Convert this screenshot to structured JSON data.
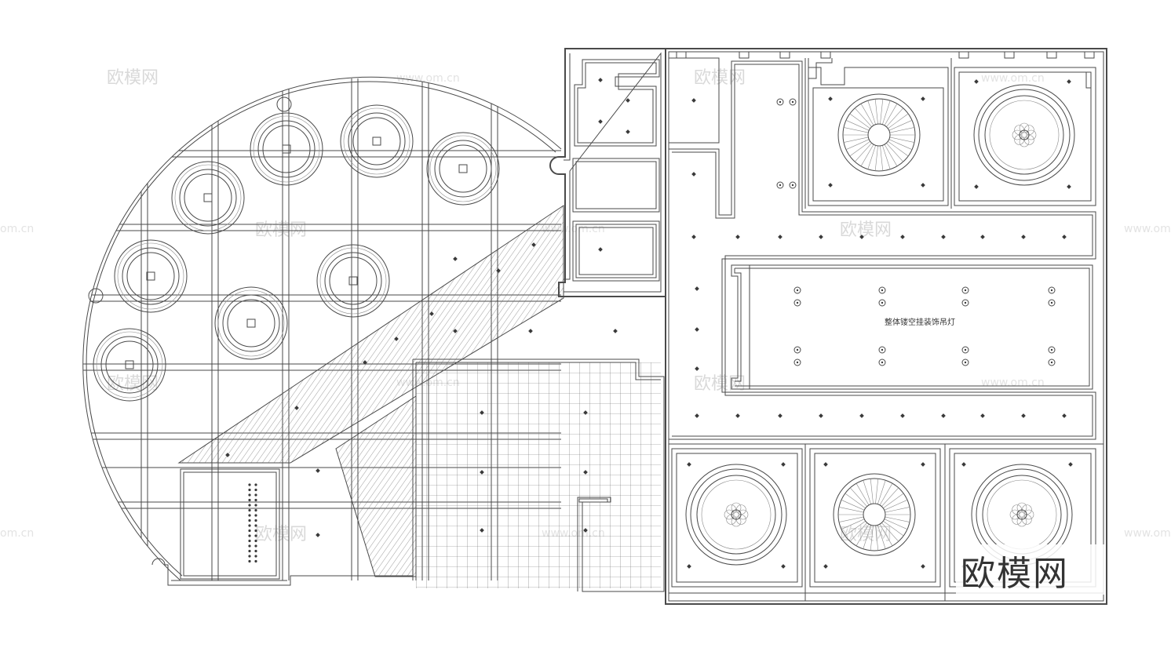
{
  "drawing": {
    "center_note": "整体镂空挂装饰吊灯",
    "brand_logo_text": "欧模网"
  },
  "watermarks": {
    "cn_text": "欧模网",
    "url_text": "www.om.cn",
    "edge_text": "om.cn",
    "edge_text_right": "www.om"
  },
  "colors": {
    "line": "#4a4a4a",
    "background": "#ffffff",
    "watermark": "#d9d9d9"
  }
}
